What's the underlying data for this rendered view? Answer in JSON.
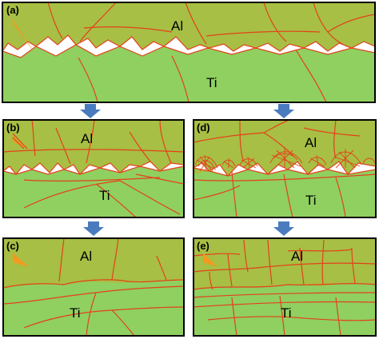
{
  "diagram": {
    "panels": [
      {
        "id": "a",
        "label": "(a)",
        "top_phase": "Al",
        "bottom_phase": "Ti"
      },
      {
        "id": "b",
        "label": "(b)",
        "top_phase": "Al",
        "bottom_phase": "Ti"
      },
      {
        "id": "c",
        "label": "(c)",
        "top_phase": "Al",
        "bottom_phase": "Ti"
      },
      {
        "id": "d",
        "label": "(d)",
        "top_phase": "Al",
        "bottom_phase": "Ti"
      },
      {
        "id": "e",
        "label": "(e)",
        "top_phase": "Al",
        "bottom_phase": "Ti"
      }
    ],
    "colors": {
      "aluminum": "#a7bf44",
      "titanium": "#8fd060",
      "grain_boundary": "#e4411a",
      "arrow": "#4b7bbf",
      "wedge": "#f29a1f"
    }
  }
}
